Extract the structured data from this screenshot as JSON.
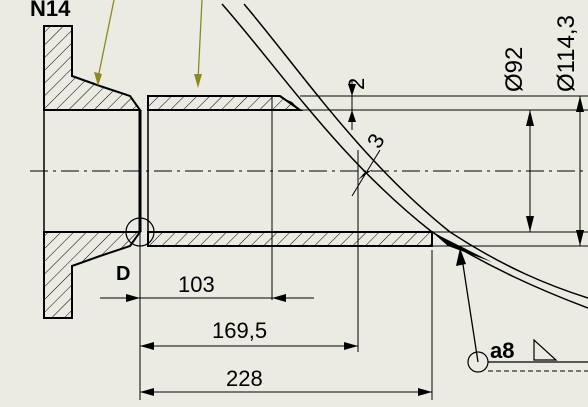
{
  "drawing": {
    "nozzle_id": "N14",
    "detail_marker": "D",
    "dims": {
      "len_103": "103",
      "len_169": "169,5",
      "len_228": "228",
      "gap_2": "2",
      "thk_3": "3",
      "dia_92": "Ø92",
      "dia_114": "Ø114,3"
    },
    "weld_symbol": "a8"
  },
  "colors": {
    "background": "#ebebe3",
    "line": "#000000",
    "leader": "#8a8a1e"
  }
}
